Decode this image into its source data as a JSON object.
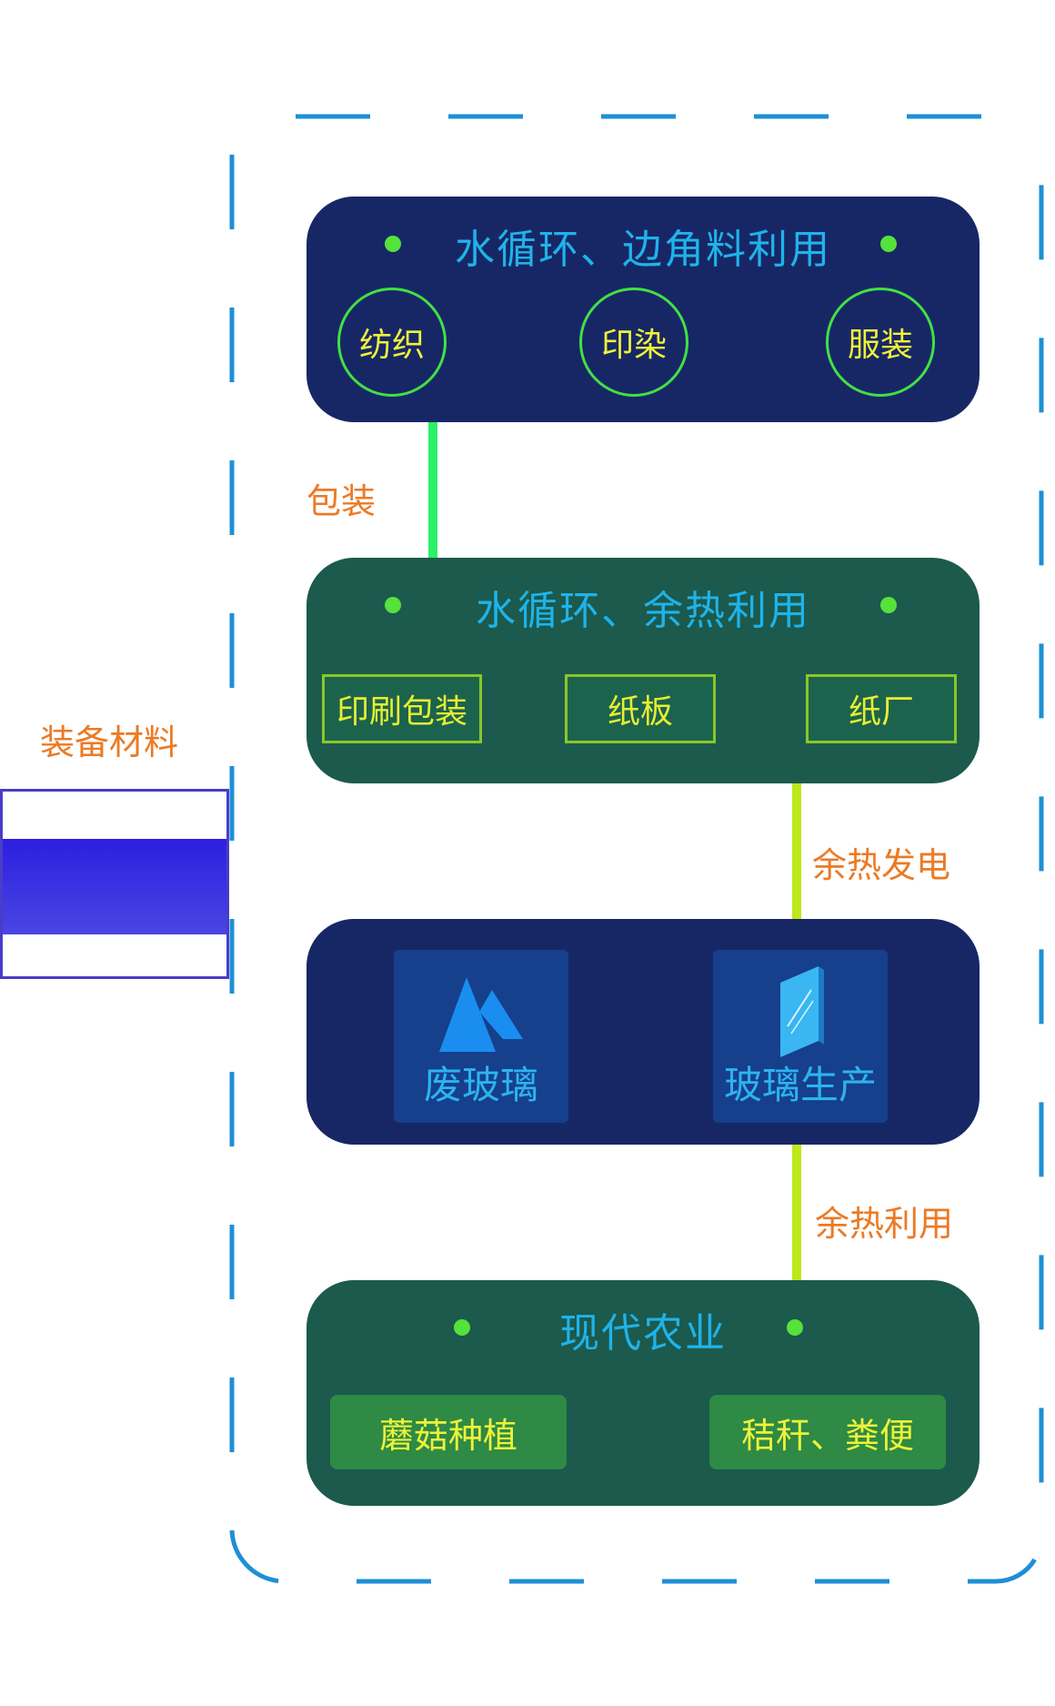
{
  "side": {
    "label": "装备材料"
  },
  "panels": {
    "textile": {
      "title": "水循环、边角料利用",
      "items": [
        "纺织",
        "印染",
        "服装"
      ]
    },
    "paper": {
      "title": "水循环、余热利用",
      "items": [
        "印刷包装",
        "纸板",
        "纸厂"
      ]
    },
    "glass": {
      "items": [
        {
          "label": "废玻璃",
          "icon": "mountain-icon"
        },
        {
          "label": "玻璃生产",
          "icon": "glass-pane-icon"
        }
      ]
    },
    "agri": {
      "title": "现代农业",
      "items": [
        "蘑菇种植",
        "秸秆、粪便"
      ]
    }
  },
  "connectors": [
    "包装",
    "余热发电",
    "余热利用"
  ],
  "colors": {
    "navy_panel": "#172766",
    "teal_panel": "#1b5a4d",
    "frame_dash": "#1e8fd6",
    "title_text": "#1fb3ea",
    "item_text": "#f0f23a",
    "connector_label": "#ec7a25",
    "line_green": "#2cf06a",
    "line_lime": "#bde81a",
    "dot": "#55e23a"
  }
}
